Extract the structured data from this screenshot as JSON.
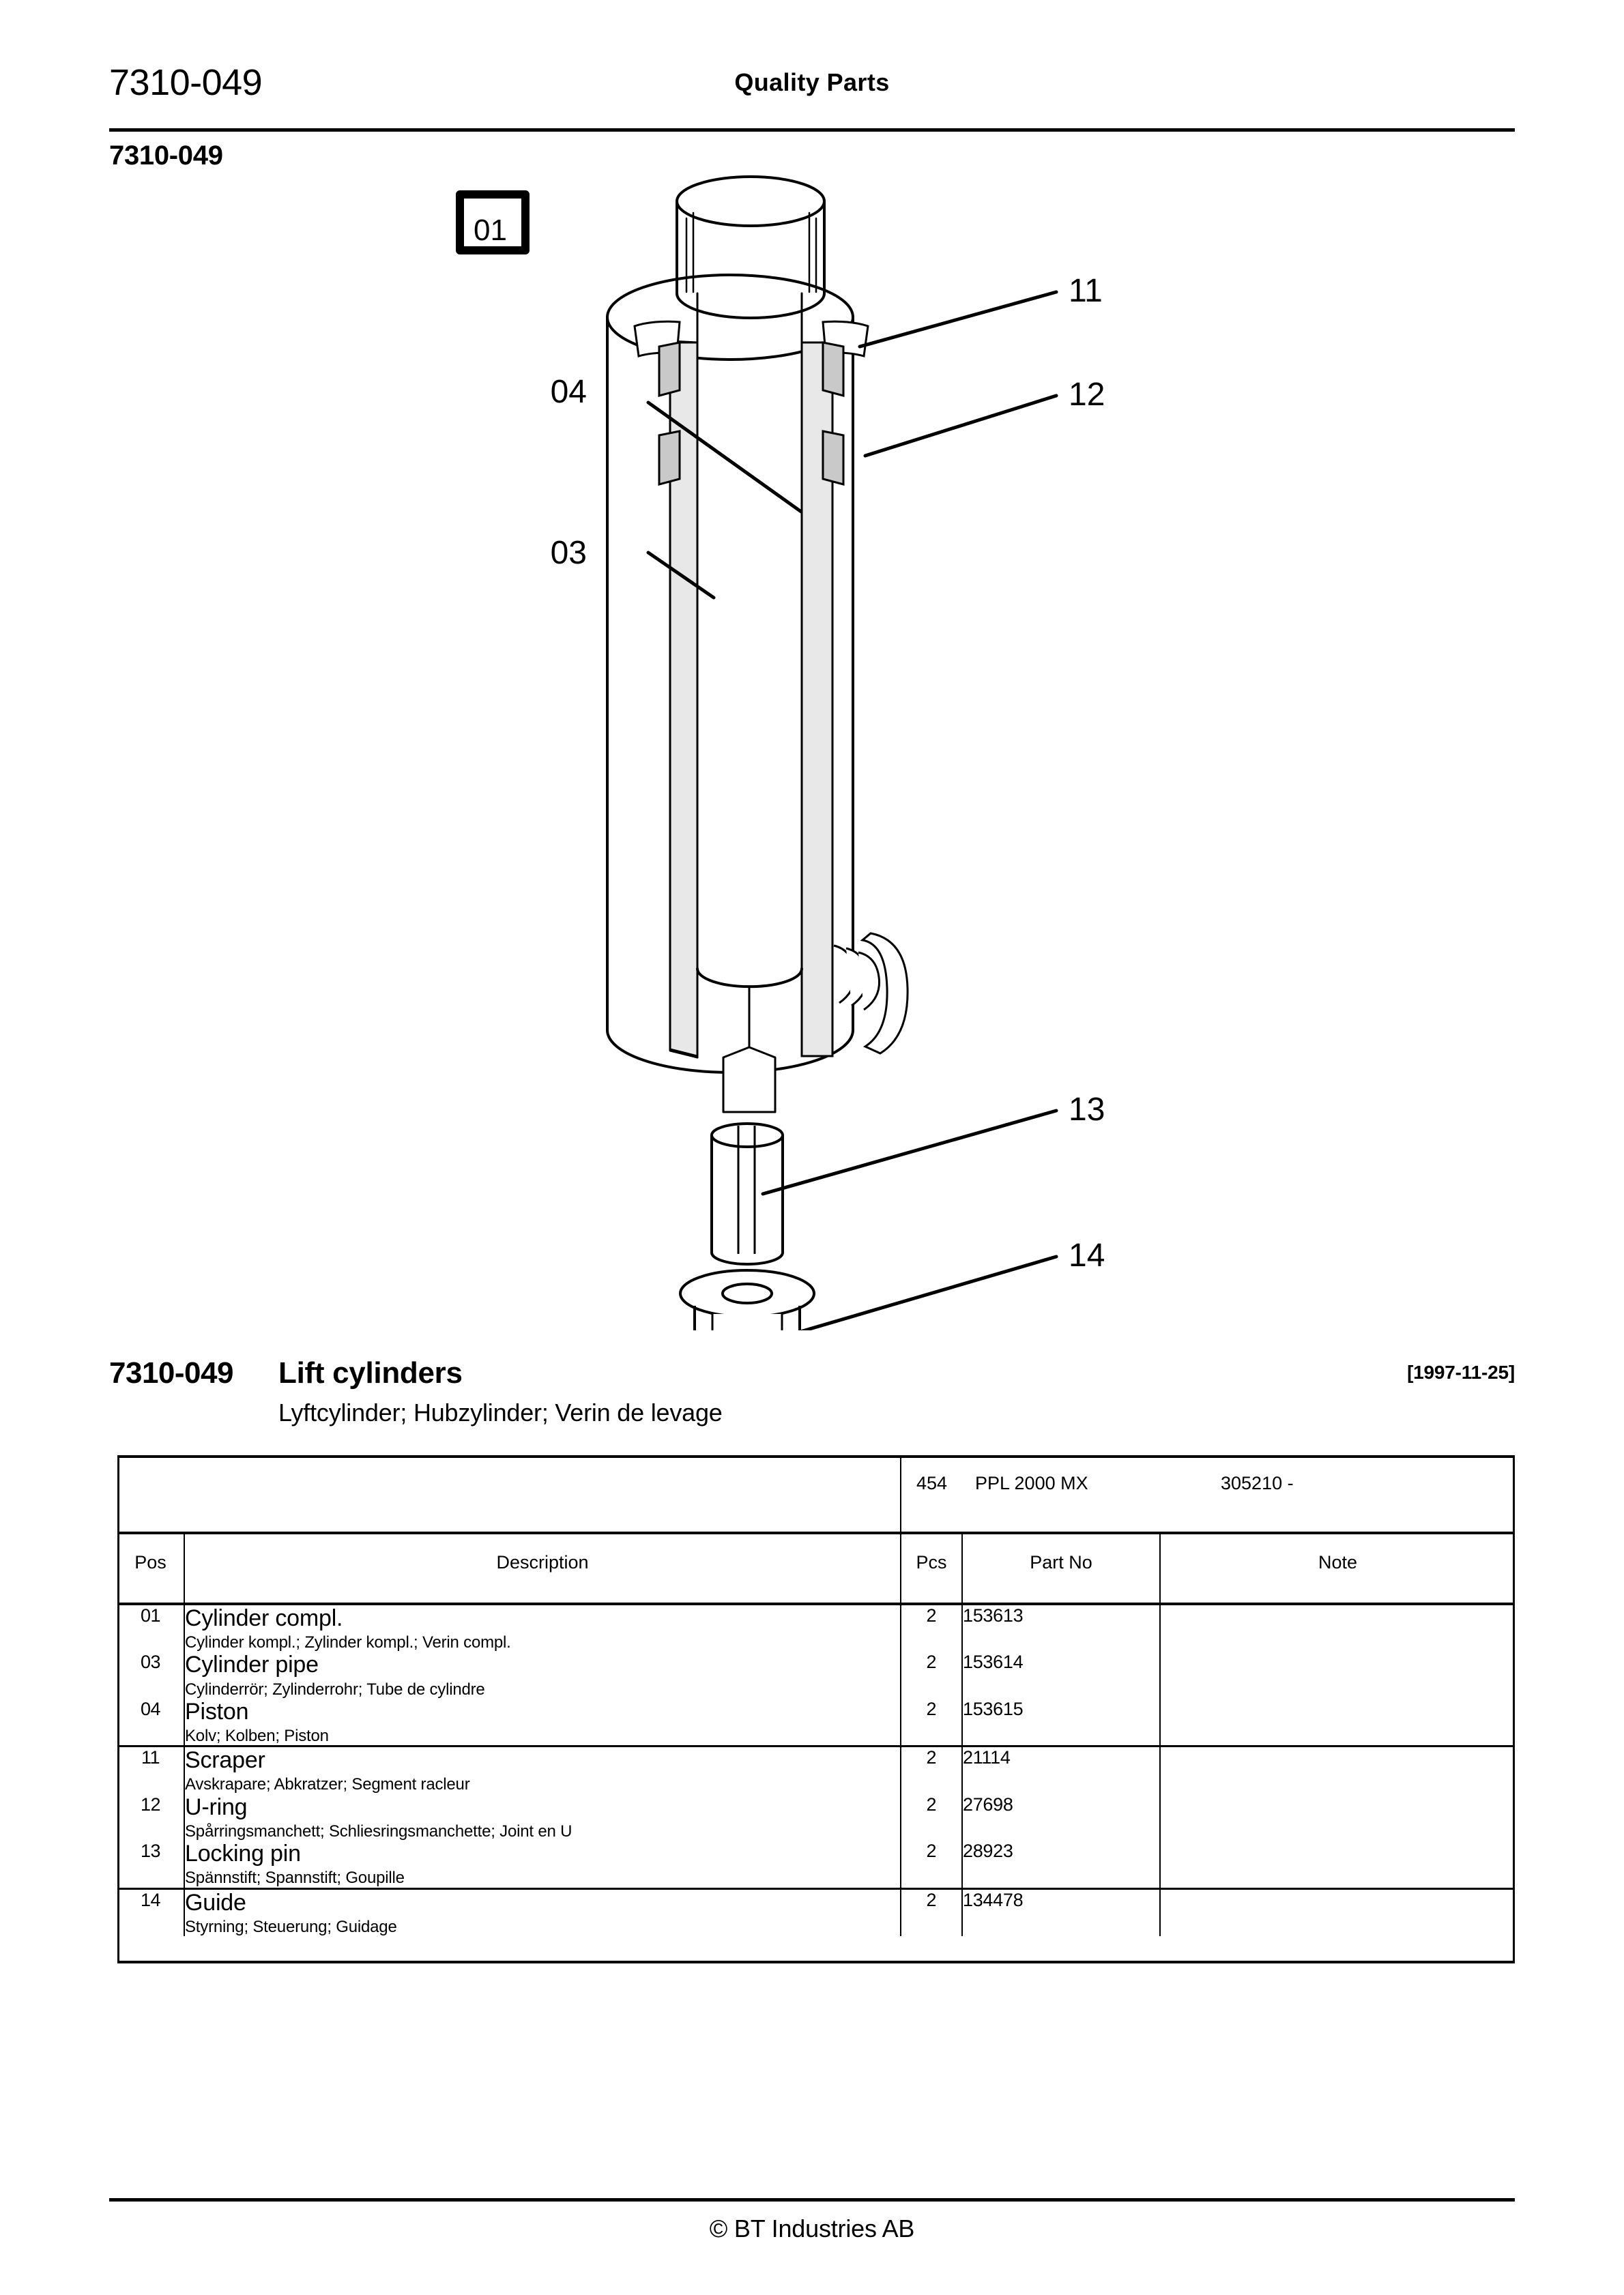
{
  "header": {
    "code": "7310-049",
    "title": "Quality Parts",
    "section_code": "7310-049"
  },
  "diagram": {
    "assembly_box_label": "01",
    "callouts": [
      {
        "label": "11"
      },
      {
        "label": "12"
      },
      {
        "label": "04"
      },
      {
        "label": "03"
      },
      {
        "label": "13"
      },
      {
        "label": "14"
      }
    ],
    "line_color": "#000000",
    "shade_color": "#e8e8e8"
  },
  "title_block": {
    "code": "7310-049",
    "name": "Lift cylinders",
    "languages": "Lyftcylinder; Hubzylinder; Verin de levage",
    "date": "[1997-11-25]"
  },
  "table": {
    "model_row": {
      "id": "454",
      "name": "PPL 2000 MX",
      "serial_range": "305210 -"
    },
    "headers": {
      "pos": "Pos",
      "description": "Description",
      "pcs": "Pcs",
      "part_no": "Part No",
      "note": "Note"
    },
    "groups": [
      {
        "rows": [
          {
            "pos": "01",
            "description": "Cylinder compl.",
            "description_langs": "Cylinder kompl.; Zylinder kompl.; Verin compl.",
            "pcs": "2",
            "part_no": "153613",
            "note": ""
          },
          {
            "pos": "03",
            "description": "Cylinder pipe",
            "description_langs": "Cylinderrör; Zylinderrohr; Tube de cylindre",
            "pcs": "2",
            "part_no": "153614",
            "note": ""
          },
          {
            "pos": "04",
            "description": "Piston",
            "description_langs": "Kolv; Kolben; Piston",
            "pcs": "2",
            "part_no": "153615",
            "note": ""
          }
        ]
      },
      {
        "rows": [
          {
            "pos": "11",
            "description": "Scraper",
            "description_langs": "Avskrapare; Abkratzer; Segment racleur",
            "pcs": "2",
            "part_no": "21114",
            "note": ""
          },
          {
            "pos": "12",
            "description": "U-ring",
            "description_langs": "Spårringsmanchett; Schliesringsmanchette; Joint en U",
            "pcs": "2",
            "part_no": "27698",
            "note": ""
          },
          {
            "pos": "13",
            "description": "Locking pin",
            "description_langs": "Spännstift; Spannstift; Goupille",
            "pcs": "2",
            "part_no": "28923",
            "note": ""
          }
        ]
      },
      {
        "rows": [
          {
            "pos": "14",
            "description": "Guide",
            "description_langs": "Styrning; Steuerung; Guidage",
            "pcs": "2",
            "part_no": "134478",
            "note": ""
          }
        ]
      }
    ]
  },
  "footer": {
    "copyright": "© BT Industries AB"
  }
}
